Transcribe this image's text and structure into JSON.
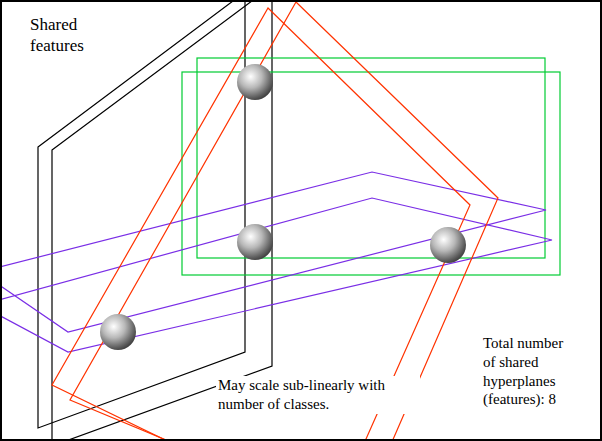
{
  "diagram": {
    "labels": [
      "Shared features",
      "May scale sub-linearly with number of classes.",
      "Total number of shared hyperplanes (features): 8"
    ]
  }
}
